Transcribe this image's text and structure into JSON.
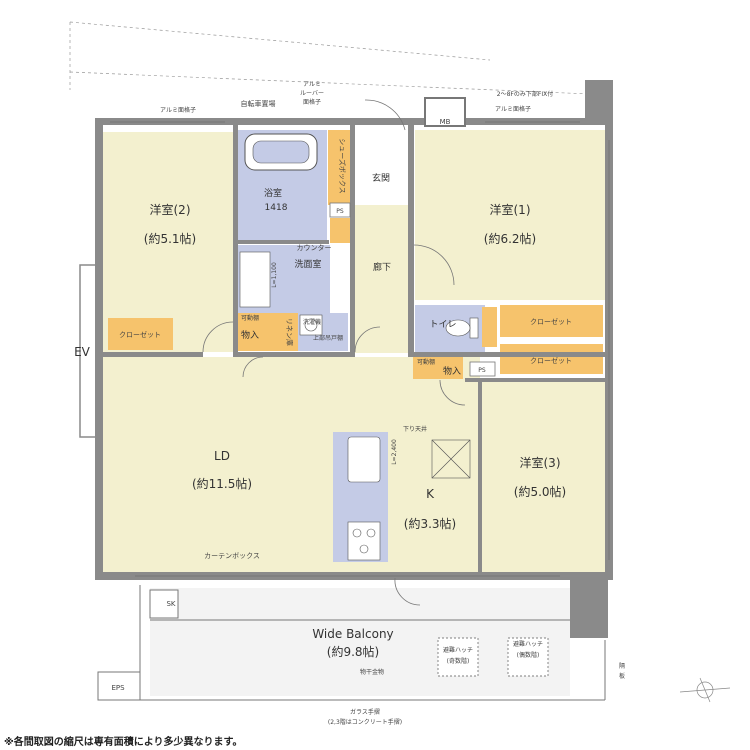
{
  "rooms": {
    "western2": {
      "name": "洋室(2)",
      "size": "(約5.1帖)"
    },
    "western1": {
      "name": "洋室(1)",
      "size": "(約6.2帖)"
    },
    "western3": {
      "name": "洋室(3)",
      "size": "(約5.0帖)"
    },
    "ld": {
      "name": "LD",
      "size": "(約11.5帖)"
    },
    "kitchen": {
      "name": "K",
      "size": "(約3.3帖)"
    },
    "bath": {
      "name": "浴室",
      "code": "1418"
    },
    "washroom": {
      "name": "洗面室",
      "counter": "カウンター"
    },
    "entrance": "玄関",
    "hall": "廊下",
    "toilet": "トイレ",
    "balcony": {
      "name": "Wide Balcony",
      "size": "(約9.8帖)"
    }
  },
  "labels": {
    "closet": "クローゼット",
    "closet_spaced": "クローゼット",
    "shoebox": "シューズボックス",
    "storage": "物入",
    "linen": "リネン庫",
    "movable_shelf": "可動棚",
    "upper_shelf": "上部吊戸棚",
    "ps": "PS",
    "mb": "MB",
    "ev": "EV",
    "sk": "SK",
    "eps": "EPS",
    "curtain_box": "カーテンボックス",
    "lowered_ceiling": "下り天井",
    "clothes_rack": "物干金物",
    "hatch_odd": [
      "避難ハッチ",
      "(奇数階)"
    ],
    "hatch_even": [
      "避難ハッチ",
      "(偶数階)"
    ],
    "glass_rail": [
      "ガラス手摺",
      "(2,3階はコンクリート手摺)"
    ],
    "alumi_grid_left": "アルミ面格子",
    "alumi_grid_right": "アルミ面格子",
    "bike_parking": "自転車置場",
    "louver": [
      "アルミ",
      "ルーバー",
      "面格子"
    ],
    "fix_note": "2～8Fのみ下部FIX付",
    "partition": [
      "隔",
      "板"
    ],
    "dim_washroom": "L=1,100",
    "dim_kitchen": "L=2,400",
    "washing_machine": "洗濯機"
  },
  "footnote": "※各間取図の縮尺は専有面積により多少異なります。",
  "colors": {
    "room_fill": "#f3f0cf",
    "wet_fill": "#c4cbe6",
    "storage_fill": "#f6c36c",
    "wall": "#8a8a8a",
    "line": "#777777",
    "balcony_fill": "#f3f3f3"
  }
}
